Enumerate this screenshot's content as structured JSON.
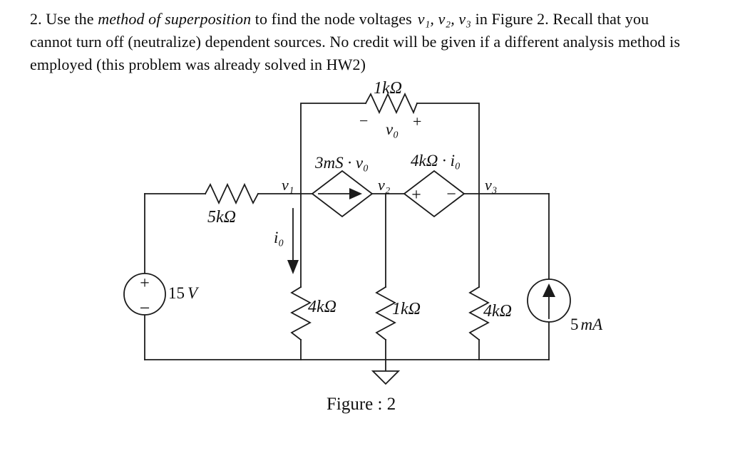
{
  "problem": {
    "line1": {
      "pre": "2. Use the ",
      "emph": "method of superposition",
      "mid": " to find the node voltages",
      "vars": "v₁, v₂, v₃",
      "post": " in Figure 2. Recall that you"
    },
    "line2": "cannot turn off (neutralize) dependent sources. No credit will be given if a different analysis method is",
    "line3": "employed (this problem was already solved in HW2)"
  },
  "figure": {
    "caption": "Figure : 2",
    "nodes": {
      "v1": "v₁",
      "v2": "v₂",
      "v3": "v₃"
    },
    "resistors": {
      "top": "1kΩ",
      "left": "5kΩ",
      "branch1": "4kΩ",
      "branch2": "1kΩ",
      "branch3": "4kΩ"
    },
    "sources": {
      "independent_voltage": {
        "value": "15",
        "unit": "V",
        "plus": "+",
        "minus": "−"
      },
      "independent_current": {
        "value": "5",
        "unit": "mA"
      },
      "dependent_current": {
        "label": "3mS · v₀"
      },
      "dependent_voltage": {
        "label": "4kΩ · i₀",
        "plus": "+",
        "minus": "−"
      }
    },
    "annotations": {
      "v0": "v₀",
      "v0_minus": "−",
      "v0_plus": "+",
      "i0": "i₀"
    }
  },
  "colors": {
    "ink": "#1b1b1b",
    "paper": "#ffffff"
  }
}
